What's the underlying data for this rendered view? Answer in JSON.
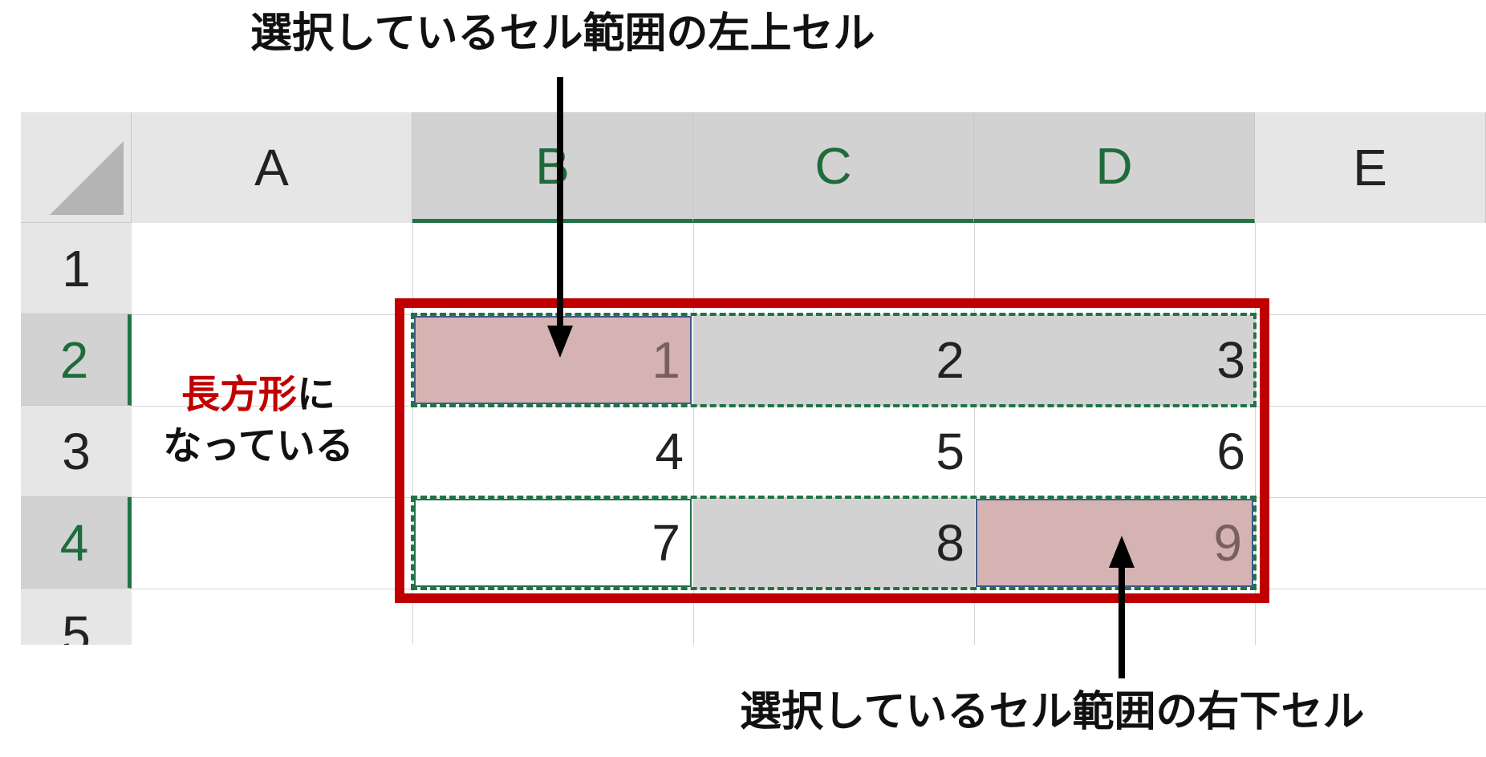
{
  "top_caption": "選択しているセル範囲の左上セル",
  "bottom_caption": "選択しているセル範囲の右下セル",
  "note": {
    "highlight": "長方形",
    "rest1": "に",
    "line2": "なっている"
  },
  "columns": [
    "A",
    "B",
    "C",
    "D",
    "E"
  ],
  "rows": [
    "1",
    "2",
    "3",
    "4",
    "5"
  ],
  "cells": {
    "B2": "1",
    "C2": "2",
    "D2": "3",
    "B3": "4",
    "C3": "5",
    "D3": "6",
    "B4": "7",
    "C4": "8",
    "D4": "9"
  },
  "colors": {
    "accent_red": "#c00000",
    "excel_green": "#217346",
    "selection_gray": "#d2d2d2",
    "active_pink": "#d5b3b3"
  }
}
